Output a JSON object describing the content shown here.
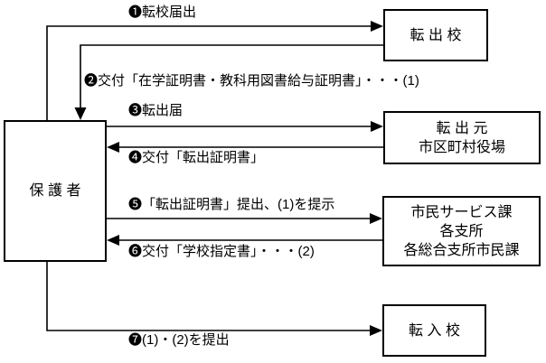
{
  "boxes": {
    "guardian": {
      "label": "保 護 者"
    },
    "transfer_out_school": {
      "label": "転 出 校"
    },
    "source_municipal_office": {
      "lines": [
        "転 出 元",
        "市区町村役場"
      ]
    },
    "citizen_service": {
      "lines": [
        "市民サービス課",
        "各支所",
        "各総合支所市民課"
      ]
    },
    "transfer_in_school": {
      "label": "転 入 校"
    }
  },
  "arrows": [
    {
      "id": "step1",
      "from": "guardian",
      "to": "transfer_out_school",
      "label": "❶転校届出"
    },
    {
      "id": "step2",
      "from": "transfer_out_school",
      "to": "guardian",
      "label": "❷交付「在学証明書・教科用図書給与証明書」・・・(1)"
    },
    {
      "id": "step3",
      "from": "guardian",
      "to": "source_municipal_office",
      "label": "❸転出届"
    },
    {
      "id": "step4",
      "from": "source_municipal_office",
      "to": "guardian",
      "label": "❹交付「転出証明書」"
    },
    {
      "id": "step5",
      "from": "guardian",
      "to": "citizen_service",
      "label": "❺「転出証明書」提出、(1)を提示"
    },
    {
      "id": "step6",
      "from": "citizen_service",
      "to": "guardian",
      "label": "❻交付「学校指定書」・・・(2)"
    },
    {
      "id": "step7",
      "from": "guardian",
      "to": "transfer_in_school",
      "label": "❼(1)・(2)を提出"
    }
  ],
  "colors": {
    "line": "#000000",
    "background": "#ffffff",
    "box_fill": "#ffffff",
    "text": "#000000"
  }
}
